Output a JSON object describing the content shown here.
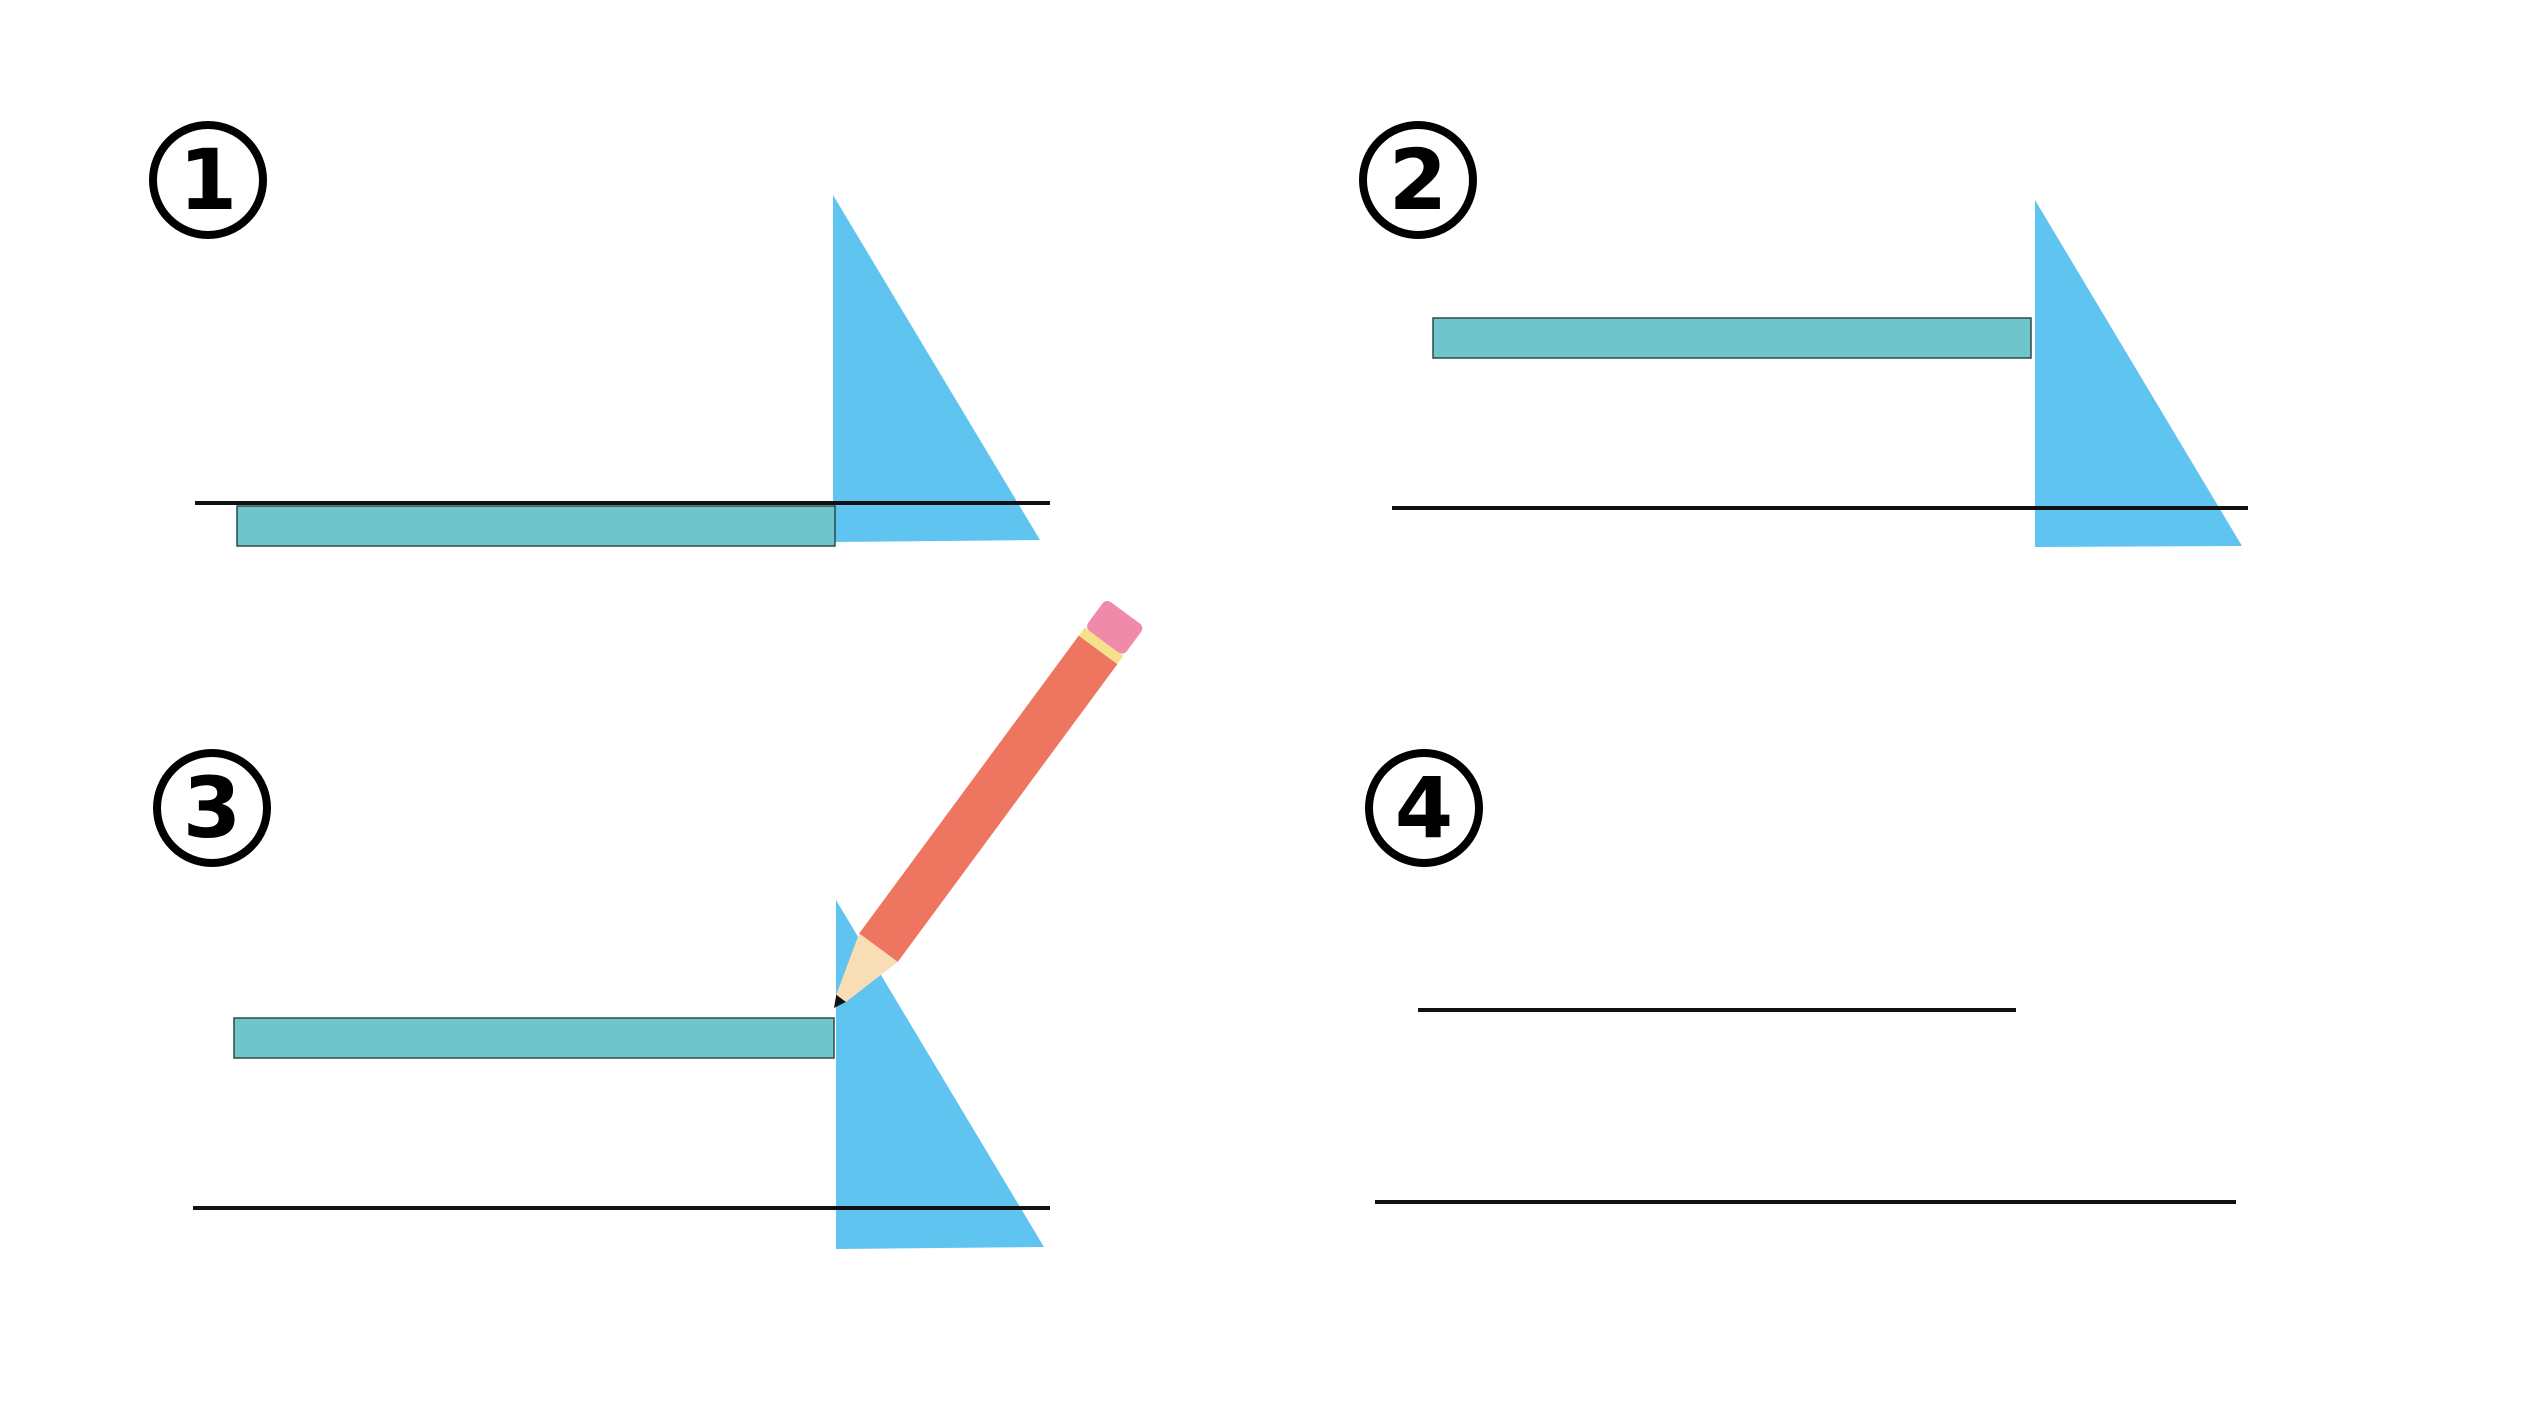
{
  "steps": [
    {
      "number": "1"
    },
    {
      "number": "2"
    },
    {
      "number": "3"
    },
    {
      "number": "4"
    }
  ],
  "colors": {
    "triangle": "#5fc4ef",
    "ruler": "#6fc5cc",
    "line": "#111111",
    "pencil_body": "#ee7660",
    "pencil_band": "#f7e08a",
    "pencil_eraser": "#ef8aaa",
    "pencil_wood": "#f9deb5",
    "pencil_lead": "#111111"
  },
  "icons": [
    "set-square-icon",
    "ruler-icon",
    "pencil-icon"
  ]
}
